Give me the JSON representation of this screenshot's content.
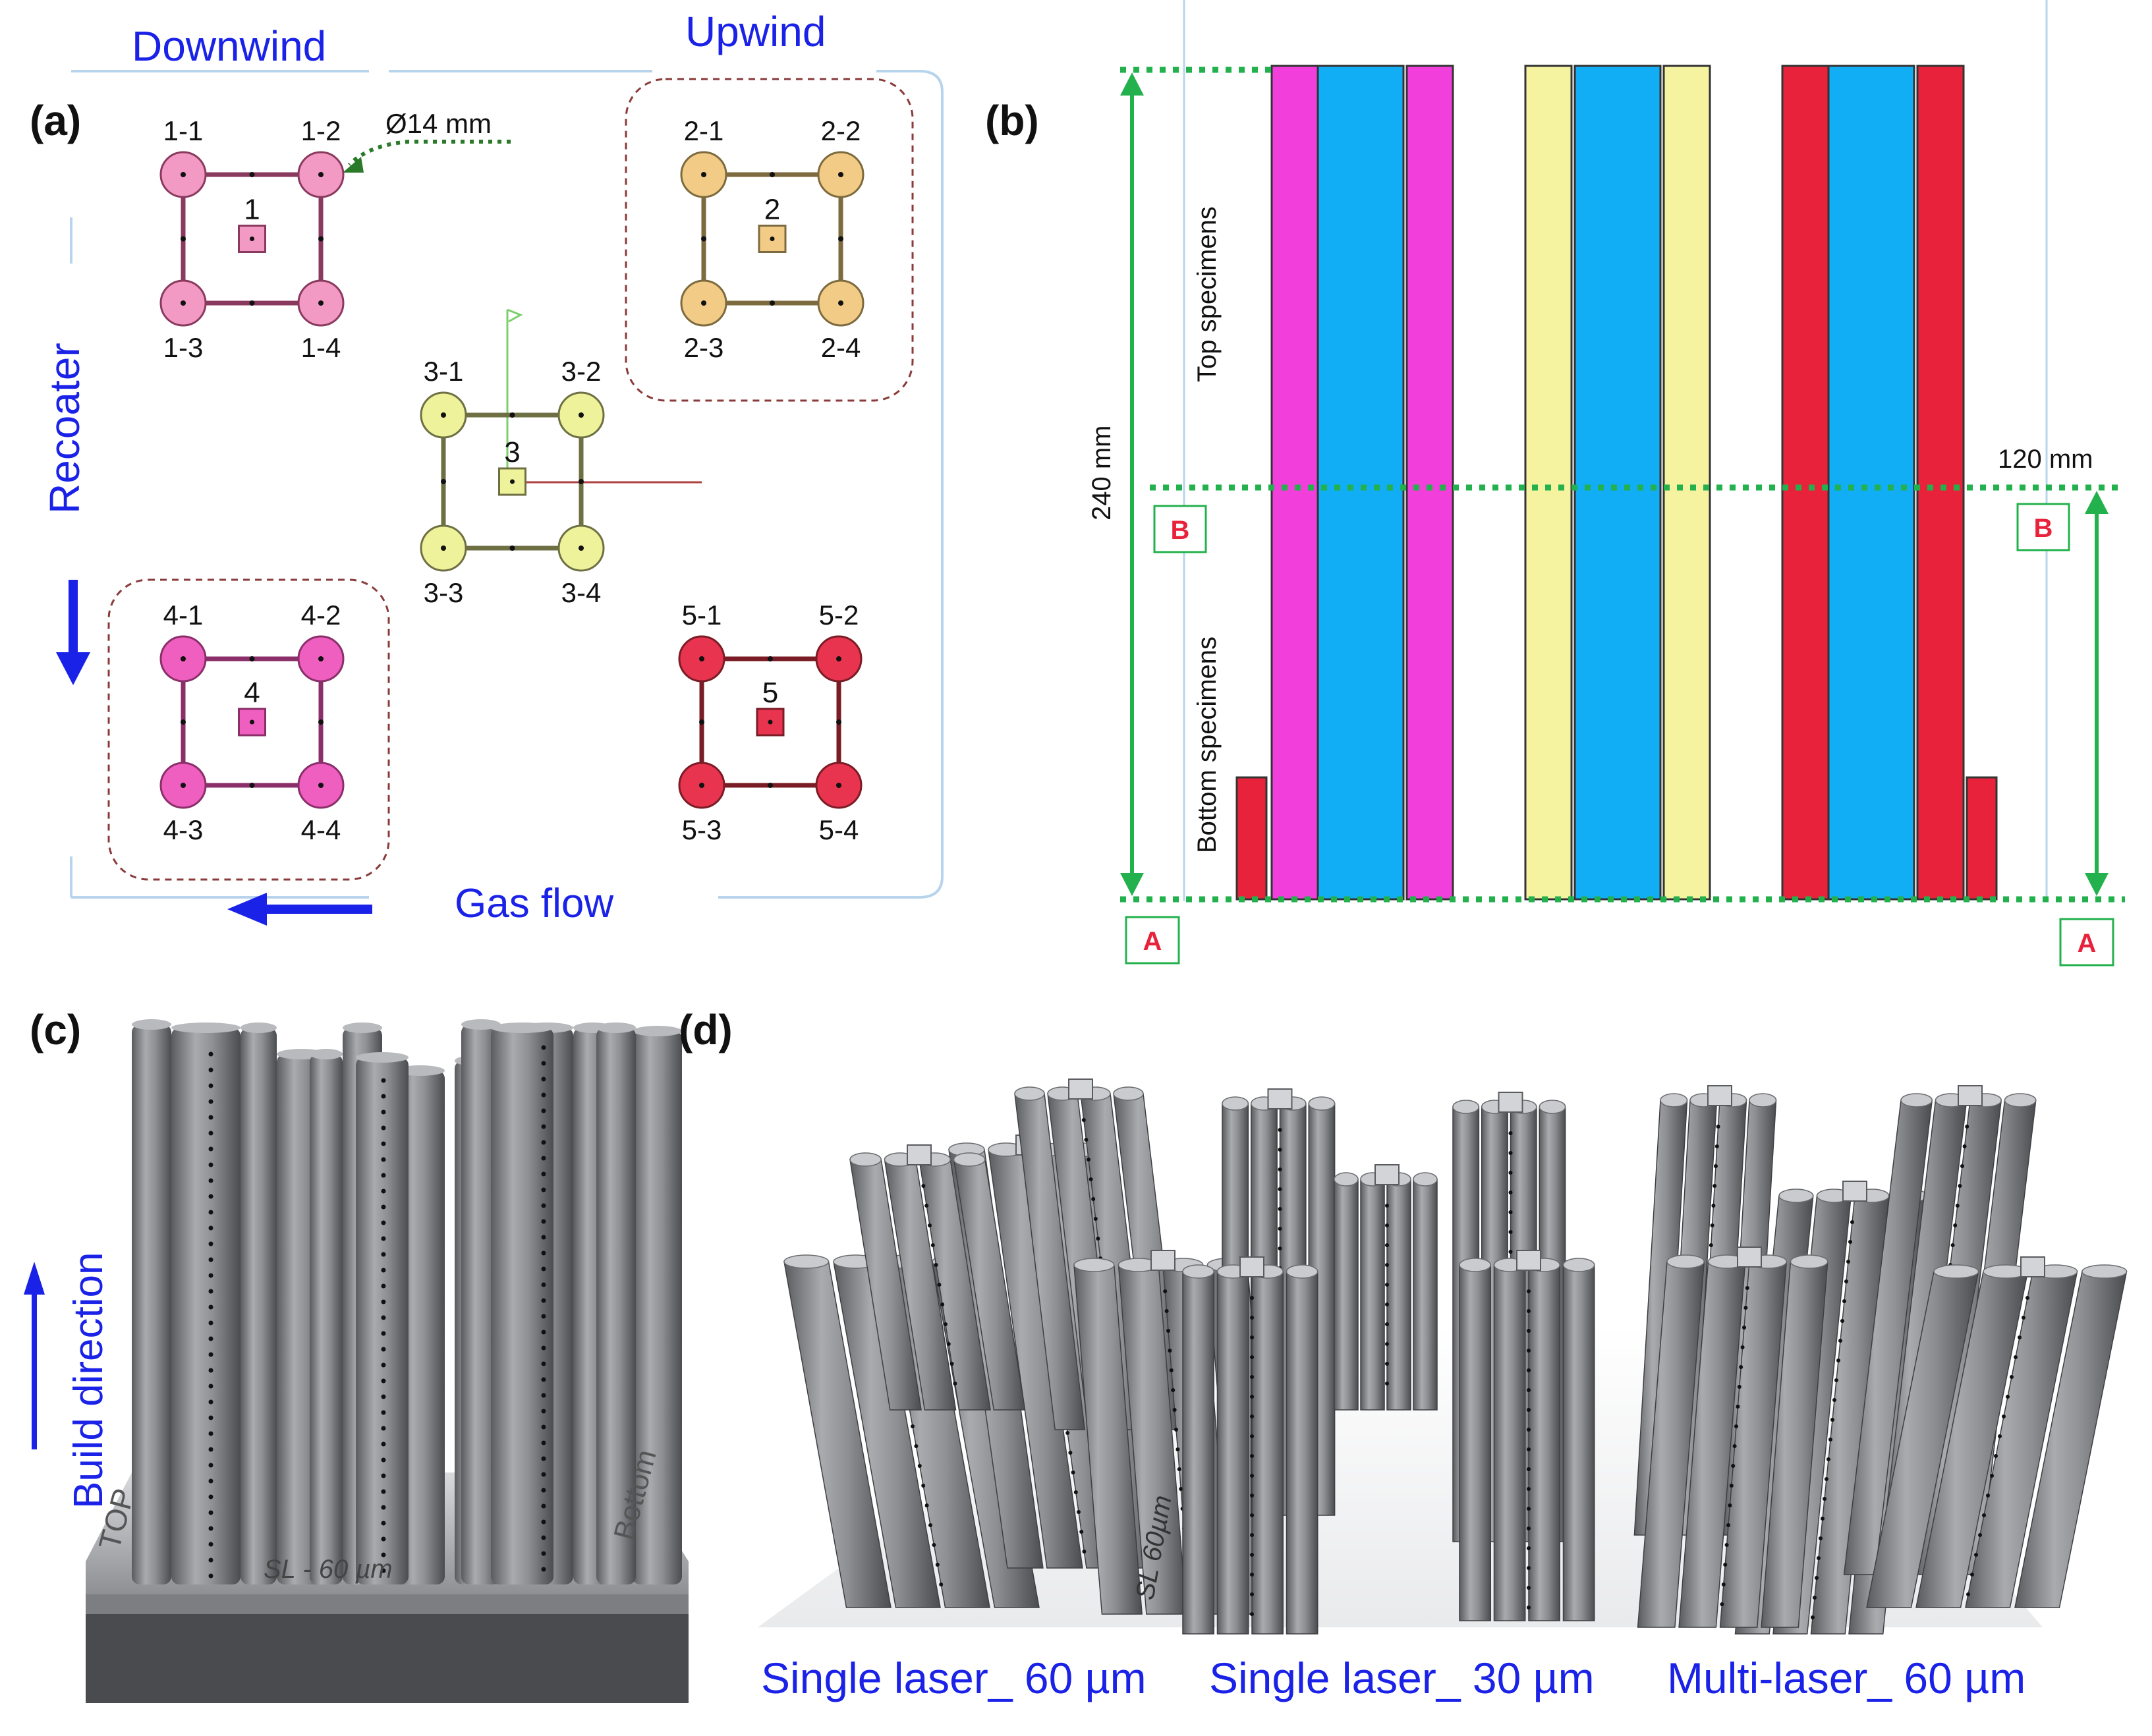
{
  "panel_a": {
    "label": "(a)",
    "downwind": "Downwind",
    "upwind": "Upwind",
    "recoater": "Recoater",
    "gas_flow": "Gas flow",
    "diameter": "Ø14 mm",
    "groups": [
      {
        "id": "1",
        "color": "#f29ac4",
        "stroke": "#8a3a5e",
        "pins": [
          "1-1",
          "1-2",
          "1-3",
          "1-4"
        ]
      },
      {
        "id": "2",
        "color": "#f2cc86",
        "stroke": "#7d6a3e",
        "pins": [
          "2-1",
          "2-2",
          "2-3",
          "2-4"
        ]
      },
      {
        "id": "3",
        "color": "#eef29a",
        "stroke": "#6e7044",
        "pins": [
          "3-1",
          "3-2",
          "3-3",
          "3-4"
        ]
      },
      {
        "id": "4",
        "color": "#ee5fbf",
        "stroke": "#8a2f6a",
        "pins": [
          "4-1",
          "4-2",
          "4-3",
          "4-4"
        ]
      },
      {
        "id": "5",
        "color": "#e8344e",
        "stroke": "#7a1c26",
        "pins": [
          "5-1",
          "5-2",
          "5-3",
          "5-4"
        ]
      }
    ]
  },
  "panel_b": {
    "label": "(b)",
    "height_total": "240 mm",
    "height_half": "120 mm",
    "top": "Top specimens",
    "bottom": "Bottom specimens",
    "marker_a": "A",
    "marker_b": "B",
    "colors": {
      "magenta": "#f23fdc",
      "cyan": "#12aef5",
      "yellow": "#f5f2a0",
      "red": "#e8223a",
      "green": "#22b14c"
    }
  },
  "panel_c": {
    "label": "(c)",
    "build_direction": "Build direction",
    "plate_marks": [
      "TOP",
      "SL - 60 µm",
      "Bottom"
    ]
  },
  "panel_d": {
    "label": "(d)",
    "plate_mark": "SL 60µm",
    "captions": [
      "Single laser_ 60 µm",
      "Single laser_ 30 µm",
      "Multi-laser_ 60 µm"
    ]
  }
}
